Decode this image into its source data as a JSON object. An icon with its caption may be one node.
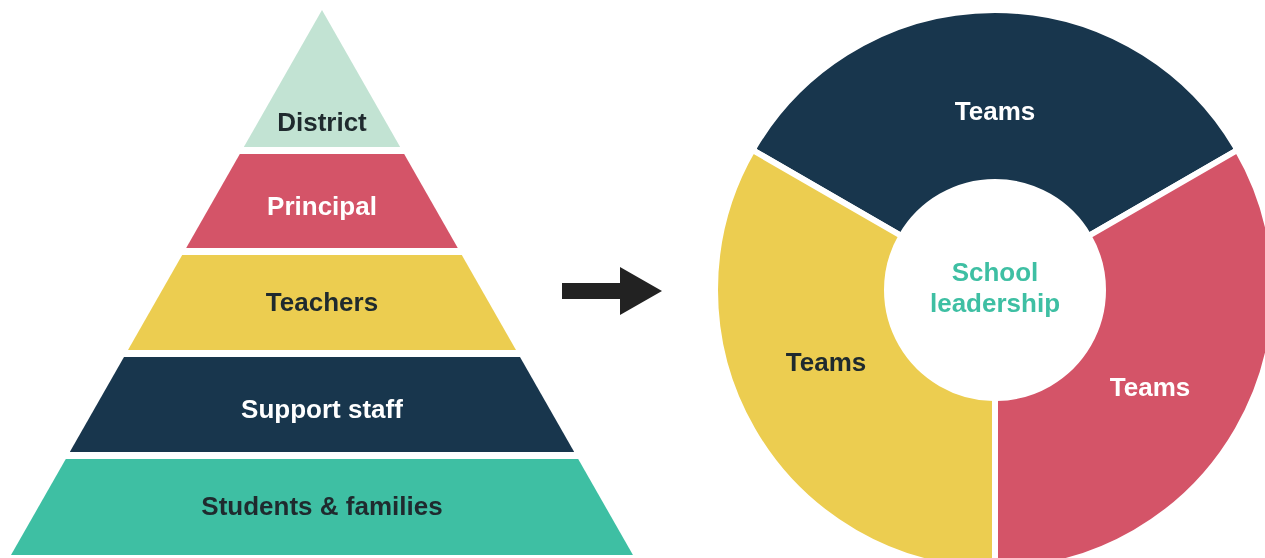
{
  "diagram": {
    "nodes": [
      {
        "text": [
          "District"
        ]
      },
      {
        "text": [
          "Principal"
        ]
      },
      {
        "text": [
          "Teachers"
        ]
      },
      {
        "text": [
          "Support staff"
        ]
      },
      {
        "text": [
          "Students & families"
        ]
      },
      {
        "text": [
          "Teams"
        ]
      },
      {
        "text": [
          "Teams"
        ]
      },
      {
        "text": [
          "Teams"
        ]
      },
      {
        "text": [
          "School leadership"
        ]
      }
    ]
  }
}
